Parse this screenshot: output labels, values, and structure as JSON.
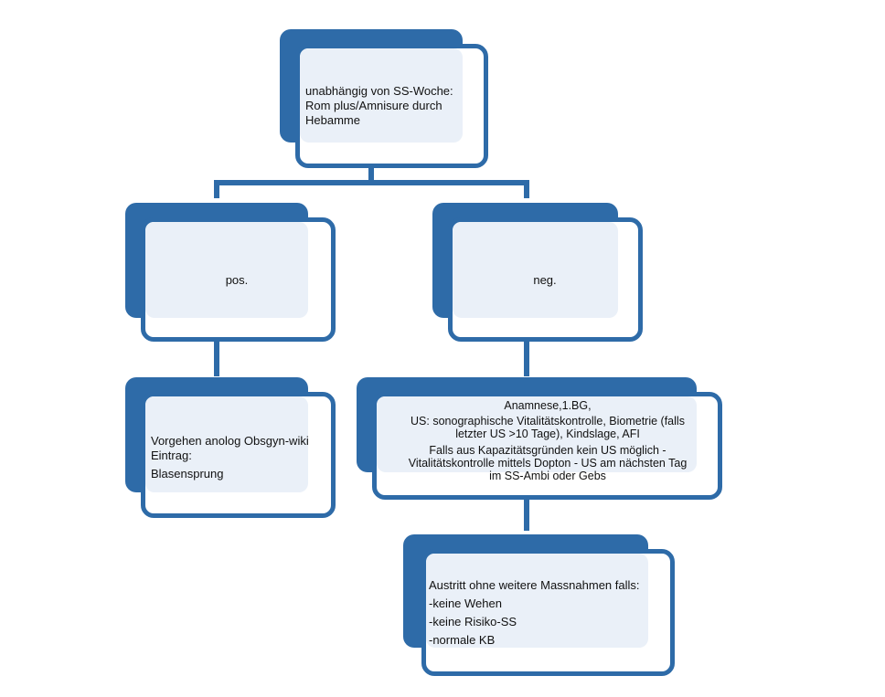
{
  "colors": {
    "primary": "#2e6ba8",
    "fill": "#eaf0f8"
  },
  "diagram": {
    "root": {
      "lines": [
        "unabhängig von SS-Woche:",
        "Rom plus/Amnisure durch",
        "Hebamme"
      ]
    },
    "pos": {
      "label": "pos."
    },
    "neg": {
      "label": "neg."
    },
    "pos_child": {
      "lines": [
        "Vorgehen anolog Obsgyn-wiki",
        "Eintrag:",
        "Blasensprung"
      ]
    },
    "neg_child": {
      "lines": [
        "Anamnese,1.BG,",
        "US: sonographische Vitalitätskontrolle, Biometrie (falls",
        "letzter US >10 Tage), Kindslage, AFI",
        "Falls aus Kapazitätsgründen kein US möglich -",
        "Vitalitätskontrolle mittels Dopton - US am nächsten Tag",
        "im SS-Ambi oder Gebs"
      ]
    },
    "discharge": {
      "lines": [
        "Austritt ohne weitere Massnahmen falls:",
        "-keine Wehen",
        "-keine Risiko-SS",
        "-normale KB"
      ]
    }
  }
}
